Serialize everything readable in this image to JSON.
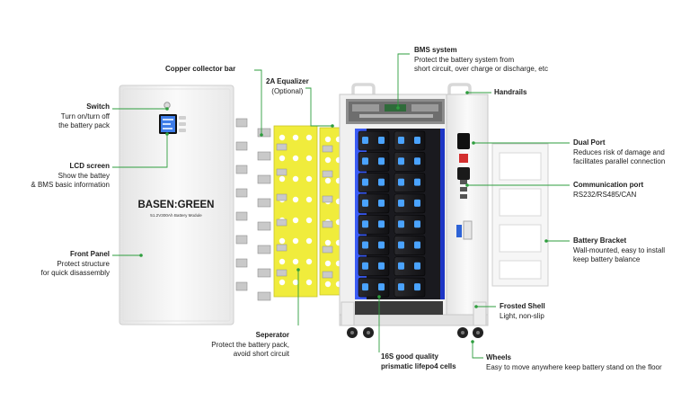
{
  "brand": {
    "logo_text": "BASEN:GREEN",
    "model_text": "51.2V300Ah Battery Module"
  },
  "colors": {
    "leader": "#2e9e3e",
    "cell_blue": "#1f3fd6",
    "separator_yellow": "#f0ec3c",
    "terminal_red": "#d32f2f",
    "panel_white": "#f4f4f4"
  },
  "callouts": {
    "copper_bar": {
      "title": "Copper collector bar"
    },
    "equalizer": {
      "title": "2A Equalizer",
      "desc": "(Optional)"
    },
    "bms": {
      "title": "BMS system",
      "desc1": "Protect the battery system from",
      "desc2": "short circuit, over charge or discharge, etc"
    },
    "handrails": {
      "title": "Handrails"
    },
    "switch": {
      "title": "Switch",
      "desc1": "Turn on/turn off",
      "desc2": "the battery pack"
    },
    "lcd": {
      "title": "LCD screen",
      "desc1": "Show the battey",
      "desc2": "& BMS basic information"
    },
    "front_panel": {
      "title": "Front Panel",
      "desc1": "Protect structure",
      "desc2": "for quick disassembly"
    },
    "dual_port": {
      "title": "Dual Port",
      "desc1": "Reduces risk of damage and",
      "desc2": "facilitates parallel connection"
    },
    "comm_port": {
      "title": "Communication port",
      "desc": "RS232/RS485/CAN"
    },
    "bracket": {
      "title": "Battery Bracket",
      "desc1": "Wall-mounted, easy to install",
      "desc2": "keep battery balance"
    },
    "shell": {
      "title": "Frosted Shell",
      "desc": "Light, non-slip"
    },
    "separator": {
      "title": "Seperator",
      "desc1": "Protect the battery pack,",
      "desc2": "avoid short circuit"
    },
    "cells": {
      "title": "16S good quality",
      "title2": "prismatic lifepo4 cells"
    },
    "wheels": {
      "title": "Wheels",
      "desc": "Easy to move anywhere keep battery stand on the floor"
    }
  }
}
